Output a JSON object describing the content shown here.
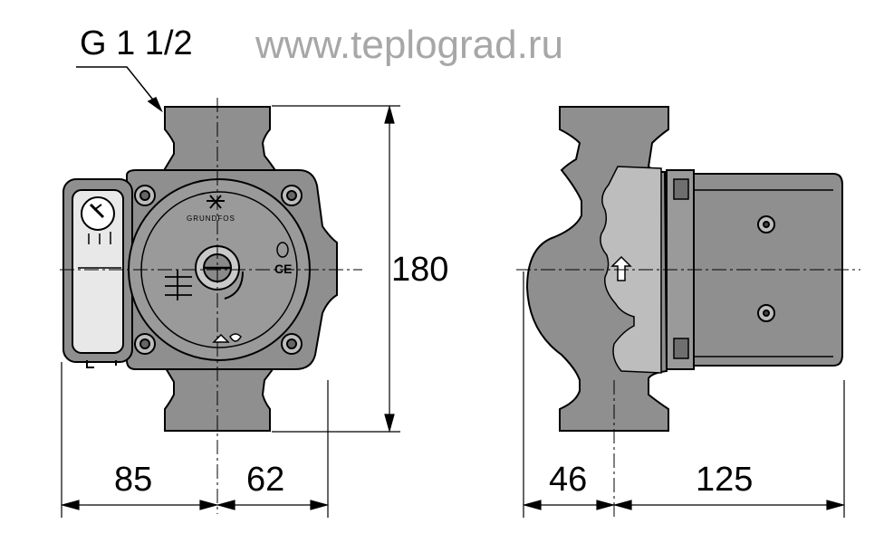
{
  "labels": {
    "thread": "G 1 1/2",
    "watermark": "www.teplograd.ru",
    "height": "180",
    "left_width": "85",
    "right_width": "62",
    "side_depth_left": "46",
    "side_depth_right": "125",
    "brand": "GRUNDFOS",
    "ce_mark": "CE"
  },
  "colors": {
    "body_fill": "#8f8f8f",
    "line": "#000000",
    "watermark": "#a7a7a7"
  }
}
